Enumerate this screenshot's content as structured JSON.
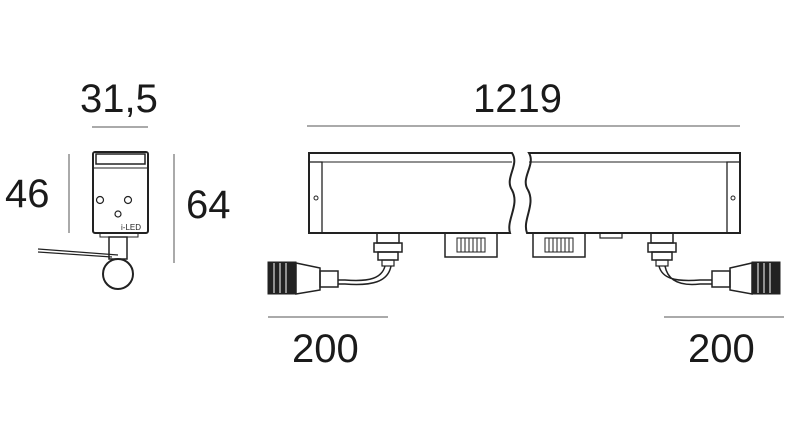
{
  "dimensions": {
    "side_width": "31,5",
    "side_height_body": "46",
    "side_height_total": "64",
    "length": "1219",
    "cable_left": "200",
    "cable_right": "200"
  },
  "logo": "i-LED"
}
